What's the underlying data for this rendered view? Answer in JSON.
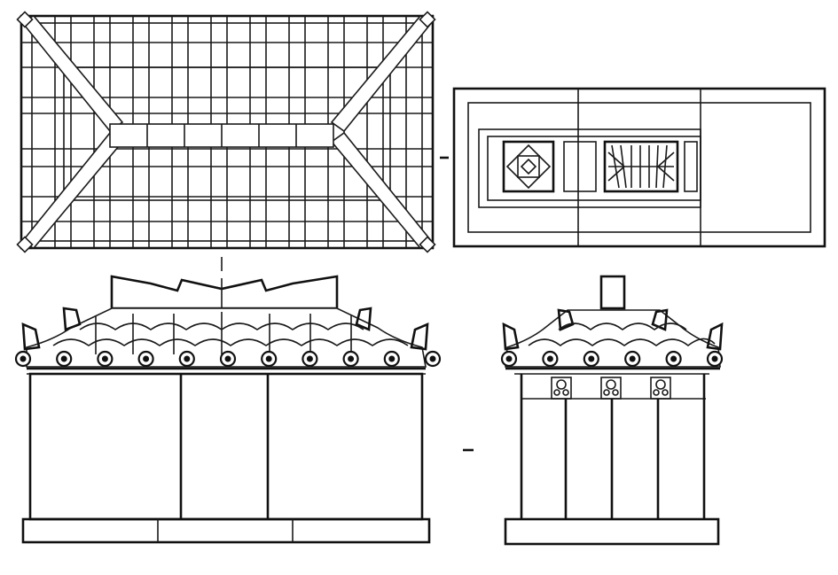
{
  "drawing": {
    "views": [
      "roof-plan",
      "floor-plan",
      "front-elevation",
      "side-elevation"
    ],
    "front_elevation": {
      "eave_tile_count": 11,
      "wall_bays": 3
    },
    "side_elevation": {
      "eave_tile_count": 6,
      "column_count": 5,
      "bracket_count": 3
    },
    "floor_plan": {
      "panels": [
        "lattice-square",
        "plain",
        "grille"
      ]
    },
    "stroke_color": "#1a1a1a",
    "background_color": "#ffffff"
  }
}
